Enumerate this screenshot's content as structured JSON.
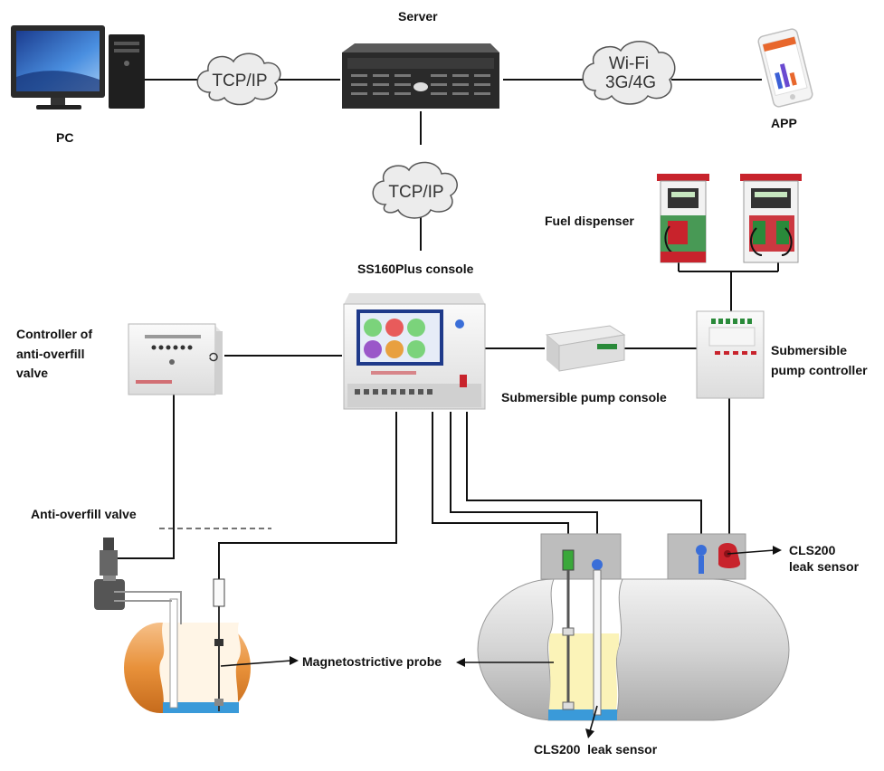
{
  "labels": {
    "server": "Server",
    "pc": "PC",
    "app": "APP",
    "fuel_dispenser": "Fuel dispenser",
    "console": "SS160Plus console",
    "controller_line1": "Controller of",
    "controller_line2": "anti-overfill",
    "controller_line3": "valve",
    "pump_console": "Submersible pump console",
    "pump_controller_line1": "Submersible",
    "pump_controller_line2": "pump controller",
    "anti_overfill_valve": "Anti-overfill valve",
    "magnetostrictive_probe": "Magnetostrictive probe",
    "cls200_right_line1": "CLS200",
    "cls200_right_line2": "leak sensor",
    "cls200_bottom": "CLS200  leak sensor"
  },
  "clouds": {
    "left": "TCP/IP",
    "middle": "TCP/IP",
    "right_line1": "Wi-Fi",
    "right_line2": "3G/4G"
  },
  "colors": {
    "line": "#111111",
    "cloud_fill": "#ececec",
    "tank_orange": "#e8913a",
    "tank_gray": "#d8d8d8",
    "fuel": "#fbf3b8",
    "water": "#3a9ad9",
    "sump": "#bdbdbd",
    "dispenser_red": "#c8232c",
    "dispenser_green": "#2a8a3a"
  }
}
